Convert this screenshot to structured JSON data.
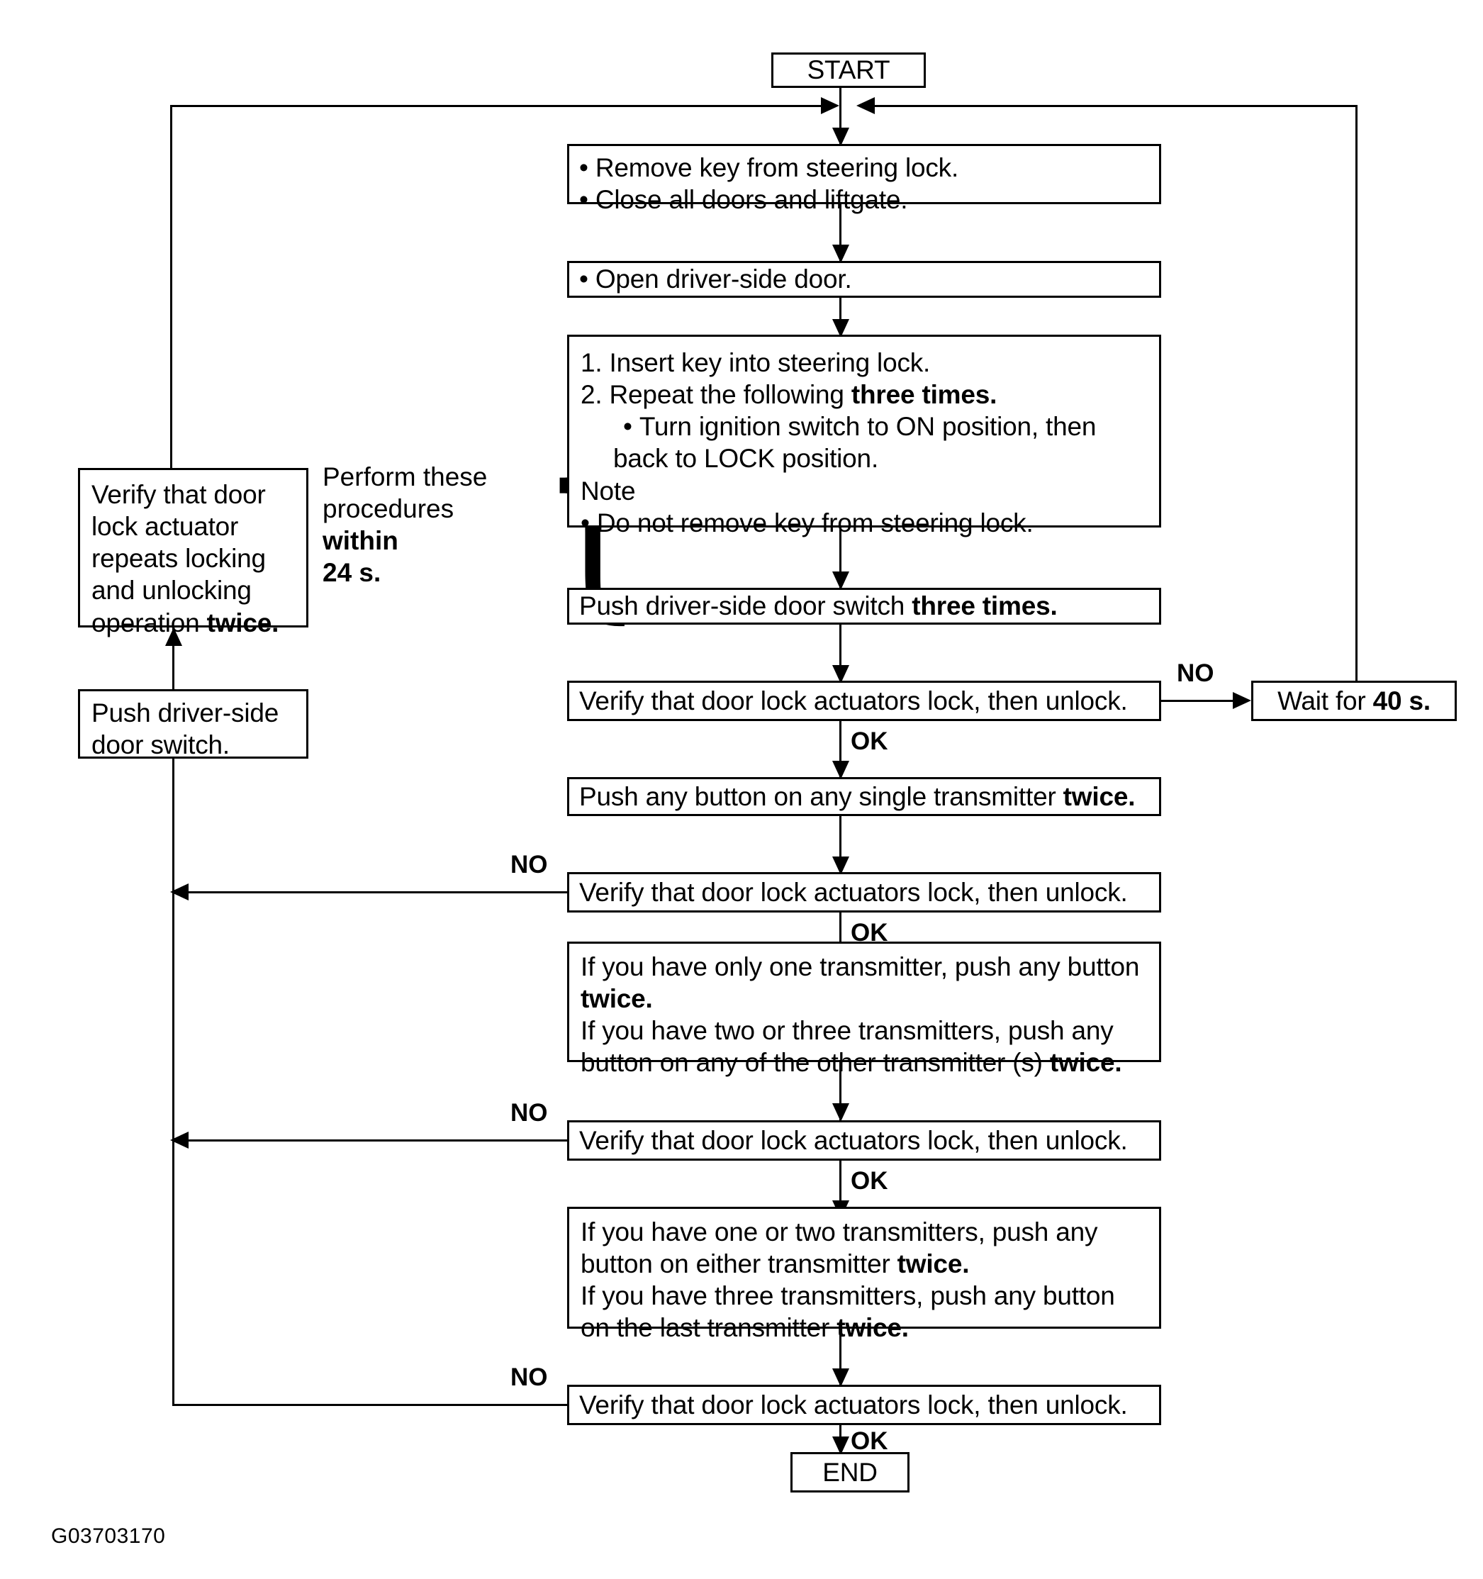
{
  "figure": {
    "id_code": "G03703170",
    "type": "flowchart",
    "title": "Keyless entry transmitter registration procedure"
  },
  "terminators": {
    "start": "START",
    "end": "END"
  },
  "annotations": {
    "perform_within_line1": "Perform these",
    "perform_within_line2a": "procedures ",
    "perform_within_line2b": "within",
    "perform_within_line3": "24 s.",
    "ok": "OK",
    "no": "NO"
  },
  "nodes": {
    "step_prepare": {
      "line1": "Remove key from steering lock.",
      "line2": "Close all doors and liftgate."
    },
    "step_open_door": {
      "line1": "Open driver-side door."
    },
    "step_ignition": {
      "item1": "1. Insert key into steering lock.",
      "item2_a": "2. Repeat the following ",
      "item2_b": "three times.",
      "sub1_a": "Turn ignition switch to ON position, then",
      "sub1_b": "back to LOCK position.",
      "note_heading": "Note",
      "note_item": "Do not remove key from steering lock."
    },
    "step_push_switch_3x": {
      "text_a": "Push driver-side door switch ",
      "text_b": "three times."
    },
    "verify_1": {
      "text": "Verify that door lock actuators lock, then unlock."
    },
    "wait_40s": {
      "text_a": "Wait for ",
      "text_b": "40 s."
    },
    "step_push_single_tx": {
      "text_a": "Push any button on any single transmitter ",
      "text_b": "twice."
    },
    "verify_2": {
      "text": "Verify that door lock actuators lock, then unlock."
    },
    "step_other_tx": {
      "line1_a": "If you have only one transmitter, push any button",
      "line2_b": "twice.",
      "line3_a": "If you have two or three transmitters, push any",
      "line4_a": "button on any of the other transmitter (s) ",
      "line4_b": "twice."
    },
    "verify_3": {
      "text": "Verify that door lock actuators lock, then unlock."
    },
    "step_last_tx": {
      "line1_a": "If you have one or two transmitters, push any",
      "line2_a": "button on either transmitter ",
      "line2_b": "twice.",
      "line3_a": "If you have three transmitters, push any button",
      "line4_a": "on the last transmitter ",
      "line4_b": "twice."
    },
    "verify_4": {
      "text": "Verify that door lock actuators lock, then unlock."
    },
    "verify_actuator_twice": {
      "line1": "Verify that door",
      "line2": "lock actuator",
      "line3": "repeats locking",
      "line4": "and unlocking",
      "line5_a": "operation ",
      "line5_b": "twice."
    },
    "push_driver_switch": {
      "line1": "Push driver-side",
      "line2": "door switch."
    }
  },
  "flow": {
    "edges": [
      {
        "from": "START",
        "to": "step_prepare",
        "label": ""
      },
      {
        "from": "step_prepare",
        "to": "step_open_door",
        "label": ""
      },
      {
        "from": "step_open_door",
        "to": "step_ignition",
        "label": ""
      },
      {
        "from": "step_ignition",
        "to": "step_push_switch_3x",
        "label": ""
      },
      {
        "from": "step_push_switch_3x",
        "to": "verify_1",
        "label": ""
      },
      {
        "from": "verify_1",
        "to": "wait_40s",
        "label": "NO"
      },
      {
        "from": "wait_40s",
        "to": "START",
        "label": ""
      },
      {
        "from": "verify_1",
        "to": "step_push_single_tx",
        "label": "OK"
      },
      {
        "from": "step_push_single_tx",
        "to": "verify_2",
        "label": ""
      },
      {
        "from": "verify_2",
        "to": "push_driver_switch",
        "label": "NO"
      },
      {
        "from": "verify_2",
        "to": "step_other_tx",
        "label": "OK"
      },
      {
        "from": "step_other_tx",
        "to": "verify_3",
        "label": ""
      },
      {
        "from": "verify_3",
        "to": "push_driver_switch",
        "label": "NO"
      },
      {
        "from": "verify_3",
        "to": "step_last_tx",
        "label": "OK"
      },
      {
        "from": "step_last_tx",
        "to": "verify_4",
        "label": ""
      },
      {
        "from": "verify_4",
        "to": "push_driver_switch",
        "label": "NO"
      },
      {
        "from": "verify_4",
        "to": "END",
        "label": "OK"
      },
      {
        "from": "push_driver_switch",
        "to": "verify_actuator_twice",
        "label": ""
      },
      {
        "from": "verify_actuator_twice",
        "to": "step_prepare",
        "label": ""
      }
    ]
  },
  "colors": {
    "stroke": "#000000",
    "background": "#ffffff"
  }
}
